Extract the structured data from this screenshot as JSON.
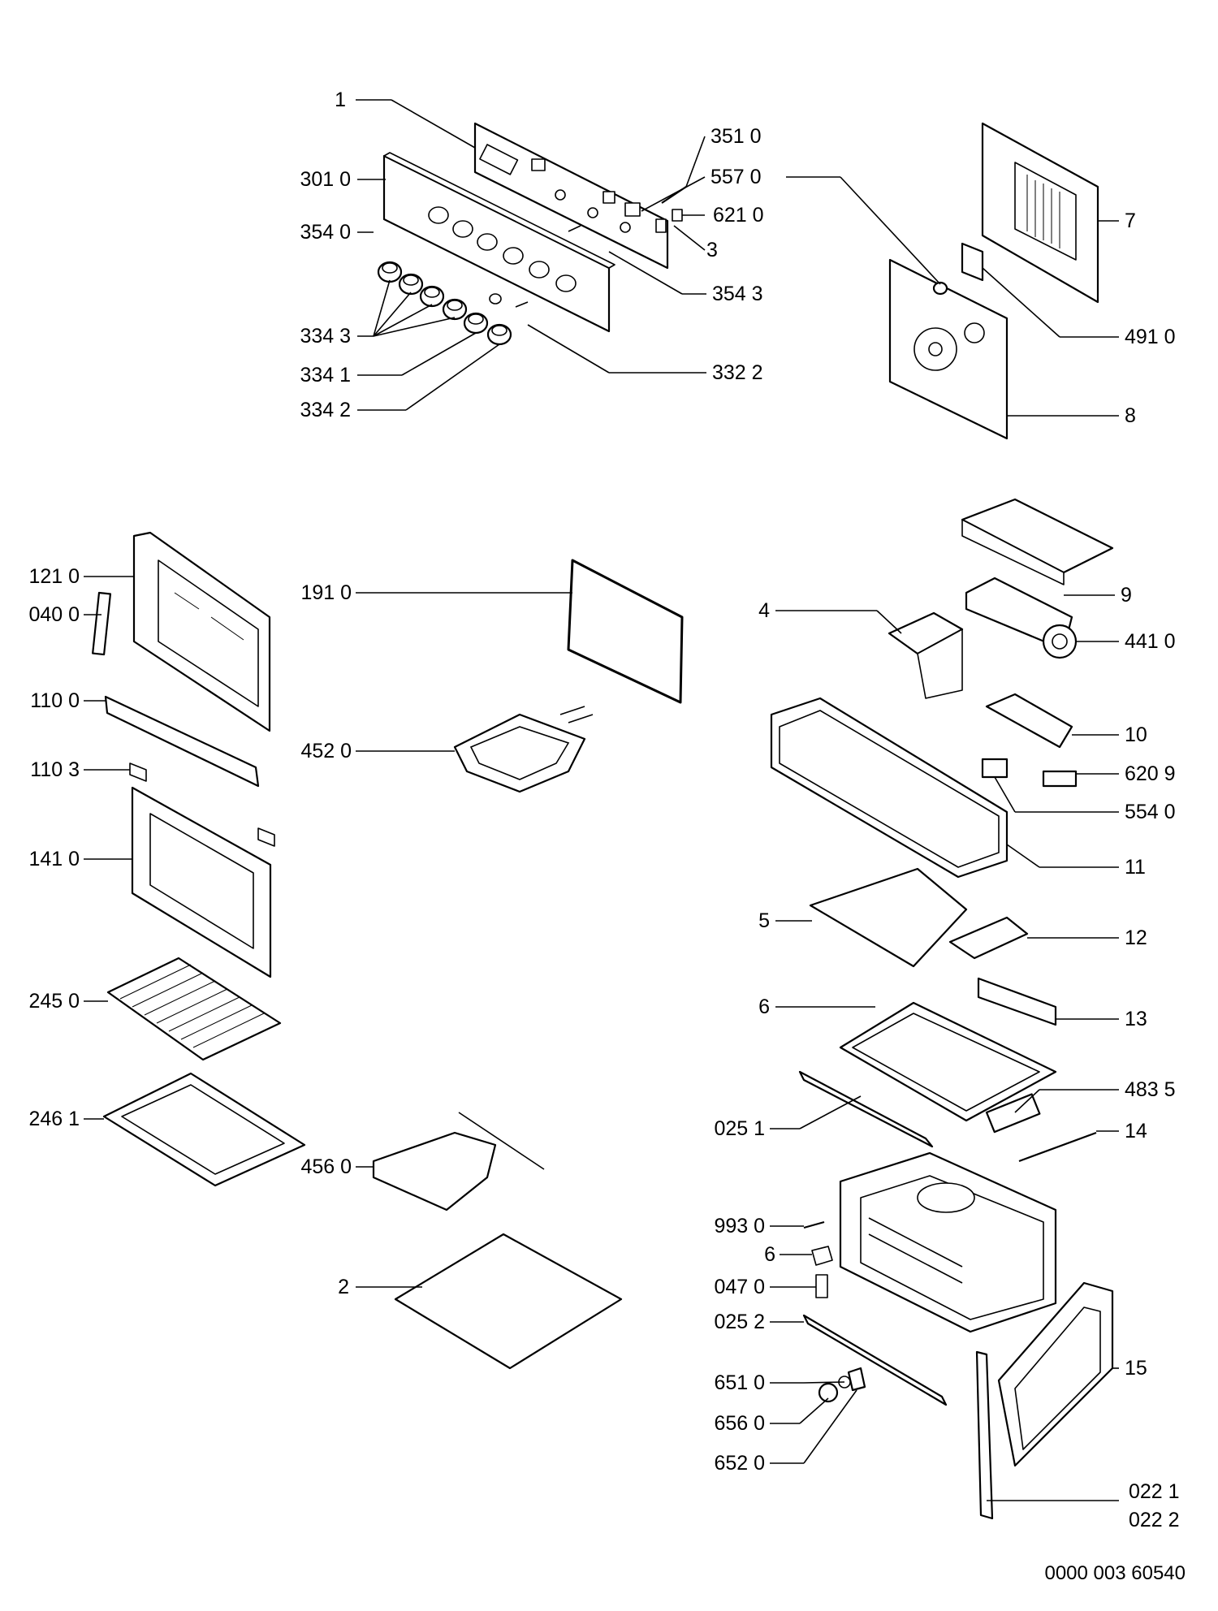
{
  "labels": {
    "l1": "1",
    "l301_0": "301 0",
    "l354_0": "354 0",
    "l334_3": "334 3",
    "l334_1": "334 1",
    "l334_2": "334 2",
    "l351_0": "351 0",
    "l557_0": "557 0",
    "l621_0": "621 0",
    "l3": "3",
    "l354_3": "354 3",
    "l332_2": "332 2",
    "l7": "7",
    "l491_0": "491 0",
    "l8": "8",
    "l121_0": "121 0",
    "l040_0": "040 0",
    "l110_0": "110 0",
    "l110_3": "110 3",
    "l141_0": "141 0",
    "l245_0": "245 0",
    "l246_1": "246 1",
    "l191_0": "191 0",
    "l452_0": "452 0",
    "l456_0": "456 0",
    "l2": "2",
    "l9": "9",
    "l4": "4",
    "l441_0": "441 0",
    "l10": "10",
    "l620_9": "620 9",
    "l554_0": "554 0",
    "l11": "11",
    "l5": "5",
    "l12": "12",
    "l6a": "6",
    "l13": "13",
    "l483_5": "483 5",
    "l025_1": "025 1",
    "l14": "14",
    "l993_0": "993 0",
    "l6b": "6",
    "l047_0": "047 0",
    "l025_2": "025 2",
    "l651_0": "651 0",
    "l656_0": "656 0",
    "l652_0": "652 0",
    "l15": "15",
    "l022_1": "022 1",
    "l022_2": "022 2"
  },
  "footer": {
    "code": "0000 003 60540"
  }
}
